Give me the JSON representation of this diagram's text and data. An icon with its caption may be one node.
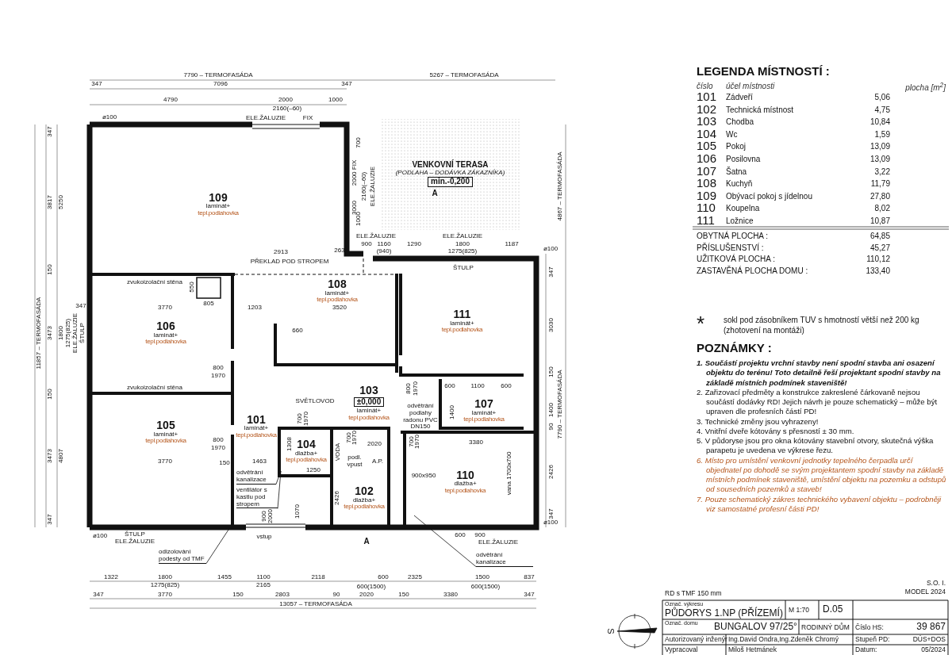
{
  "diagram": {
    "nodes": [
      {
        "text": [
          "109",
          "laminát+",
          "tepl.podlahovka"
        ]
      },
      {
        "text": [
          "106",
          "laminát+",
          "tepl.podlahovka"
        ]
      },
      {
        "text": [
          "108",
          "laminát+",
          "tepl.podlahovka"
        ]
      },
      {
        "text": [
          "111",
          "laminát+",
          "tepl.podlahovka"
        ]
      },
      {
        "text": [
          "103",
          "±0,000",
          "laminát+",
          "tepl.podlahovka"
        ]
      },
      {
        "text": [
          "107",
          "laminát+",
          "tepl.podlahovka"
        ]
      },
      {
        "text": [
          "105",
          "laminát+",
          "tepl.podlahovka"
        ]
      },
      {
        "text": [
          "101",
          "laminát+",
          "tepl.podlahovka"
        ]
      },
      {
        "text": [
          "104",
          "dlažba+",
          "tepl.podlahovka"
        ]
      },
      {
        "text": [
          "102",
          "dlažba+",
          "tepl.podlahovka"
        ]
      },
      {
        "text": [
          "110",
          "dlažba+",
          "tepl.podlahovka"
        ]
      },
      {
        "text": [
          "VENKOVNÍ TERASA",
          "(PODLAHA – DODÁVKA ZÁKAZNÍKA)",
          "min.-0,200"
        ],
        "beside": [
          "A"
        ]
      },
      {
        "text": [
          "odvětrání kanalizace"
        ]
      },
      {
        "text": [
          "ventilátor s kastlu pod stropem"
        ]
      },
      {
        "text": [
          "odizolování podesty od TMF"
        ]
      },
      {
        "text": [
          "odvětrání kanalizace"
        ]
      }
    ],
    "edges": [
      {
        "from": 12,
        "to": 8,
        "arrow": "none"
      },
      {
        "from": 13,
        "to": 8,
        "arrow": "none"
      },
      {
        "from": 14,
        "to": null,
        "arrow": "none"
      },
      {
        "from": 15,
        "to": null,
        "arrow": "none"
      }
    ],
    "labels": [
      "7790 – TERMOFASÁDA",
      "5267 – TERMOFASÁDA",
      "347",
      "7096",
      "347",
      "4790",
      "2000",
      "1000",
      "2160(–60)",
      "ø100",
      "ELE.ŽALUZIE",
      "FIX",
      "347",
      "3817",
      "5250",
      "150",
      "11857 – TERMOFASÁDA",
      "3473",
      "1800",
      "1275(825)",
      "ELE.ŽALUZIE",
      "ŠTULP",
      "150",
      "3473",
      "4807",
      "347",
      "700",
      "2000 FIX",
      "2160(–60)",
      "ELE.ŽALUZIE",
      "3000",
      "1000",
      "4867 – TERMOFASÁDA",
      "7790 – TERMOFASÁDA",
      "347",
      "3030",
      "150",
      "1400",
      "90",
      "2426",
      "347",
      "ELE.ŽALUZIE",
      "ELE.ŽALUZIE",
      "900",
      "1160",
      "1290",
      "1800",
      "1187",
      "2913",
      "263",
      "(940)",
      "1275(825)",
      "ø100",
      "PŘEKLAD POD STROPEM",
      "ŠTULP",
      "zvukoizolační stěna",
      "550",
      "347",
      "3770",
      "805",
      "1203",
      "3520",
      "660",
      "800",
      "1970",
      "zvukoizolační stěna",
      "800",
      "1970",
      "600",
      "1100",
      "600",
      "SVĚTLOVOD",
      "700",
      "1970",
      "odvětrání podlahy radonu PVC DN150",
      "1400",
      "800",
      "1970",
      "1308",
      "VODA",
      "700",
      "1970",
      "2020",
      "700",
      "1970",
      "3380",
      "3770",
      "150",
      "1463",
      "podl. vpust",
      "A.P.",
      "1250",
      "900x950",
      "vana 1700x700",
      "900",
      "2000",
      "1070",
      "2426",
      "ø100",
      "ø100",
      "ŠTULP",
      "ELE.ŽALUZIE",
      "vstup",
      "A",
      "600",
      "900",
      "ELE.ŽALUZIE",
      "1322",
      "1800",
      "1455",
      "1100",
      "2118",
      "600",
      "2325",
      "1500",
      "837",
      "1275(825)",
      "2165",
      "600(1500)",
      "600(1500)",
      "347",
      "3770",
      "150",
      "2803",
      "90",
      "2020",
      "150",
      "3380",
      "347",
      "13057 – TERMOFASÁDA",
      "S",
      "LEGENDA MÍSTNOSTÍ :",
      "číslo",
      "účel místnosti",
      "plocha [m$^{2}$]",
      "101",
      "Zádveří",
      "5,06",
      "102",
      "Technická místnost",
      "4,75",
      "103",
      "Chodba",
      "10,84",
      "104",
      "Wc",
      "1,59",
      "105",
      "Pokoj",
      "13,09",
      "106",
      "Posilovna",
      "13,09",
      "107",
      "Šatna",
      "3,22",
      "108",
      "Kuchyň",
      "11,79",
      "109",
      "Obývací pokoj s jídelnou",
      "27,80",
      "110",
      "Koupelna",
      "8,02",
      "111",
      "Ložnice",
      "10,87",
      "OBYTNÁ PLOCHA :",
      "64,85",
      "PŘÍSLUŠENSTVÍ :",
      "45,27",
      "UŽITKOVÁ PLOCHA :",
      "110,12",
      "ZASTAVĚNÁ PLOCHA DOMU :",
      "133,40",
      "*",
      "sokl pod zásobníkem TUV s hmotností větší než 200 kg (zhotovení na montáži)",
      "POZNÁMKY :",
      "1. Součástí projektu vrchní stavby není spodní stavba ani osazení objektu do terénu! Toto detailně řeší projektant spodní stavby na základě místních podmínek staveniště!",
      "2. Zařizovací předměty a konstrukce zakreslené čárkovaně nejsou součástí dodávky RD! Jejich návrh je pouze schematický – může být upraven dle profesních částí PD!",
      "3. Technické změny jsou vyhrazeny!",
      "4. Vnitřní dveře kótovány s přesností ± 30 mm.",
      "5. V půdoryse jsou pro okna kótovány stavební otvory, skutečná výška parapetu je uvedena ve výkrese řezu.",
      "6. Místo pro umístění venkovní jednotky tepelného čerpadla určí objednatel po dohodě se svým projektantem spodní stavby na základě místních podmínek staveniště, umístění objektu na pozemku a odstupů od sousedních pozemků a staveb!",
      "7. Pouze schematický zákres technického vybavení objektu – podrobněji viz samostatné profesní části PD!",
      "S.O. I.",
      "RD s TMF 150 mm",
      "MODEL 2024",
      "Označ. výkresu",
      "PŮDORYS 1.NP (PŘÍZEMÍ)",
      "M 1:70",
      "D.05",
      "Označ. domu",
      "BUNGALOV 97/25°",
      "RODINNÝ DŮM",
      "Číslo HS:",
      "39 867",
      "Autorizovaný inženýr",
      "Ing.David Ondra,Ing.Zdeněk Chromý",
      "Stupeň PD:",
      "DÚS+DOS",
      "Vypracoval",
      "Miloš Hetmánek",
      "Datum:",
      "05/2024"
    ]
  }
}
